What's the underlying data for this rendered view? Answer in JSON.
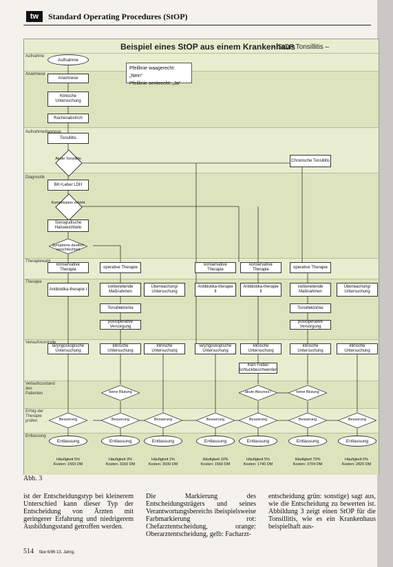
{
  "header": {
    "logo": "tw",
    "title": "Standard Operating Procedures (StOP)"
  },
  "diagram": {
    "title": "Beispiel eines StOP aus einem Krankenhaus",
    "subtitle": "– StOP Tonsillitis –",
    "legend": [
      "Pfeillinie waagerecht: „Nein“",
      "Pfeillinie senkrecht: „Ja“"
    ],
    "lanes": [
      "Aufnahme",
      "Anamnese",
      "Aufnahmediagnose",
      "Diagnostik",
      "Therapiewahl",
      "Therapie",
      "Verlaufskontrolle",
      "Verlaufszustand des Patienten",
      "Erfolg der Therapie prüfen",
      "Entlassung"
    ],
    "nodes": {
      "aufnahme": "Aufnahme",
      "anamnese": "Anamnese",
      "klinisch": "Klinische Untersuchung",
      "rachenabstrich": "Rachenabstrich",
      "tonsillitis": "Tonsillitis",
      "akute": "Akute Tonsillitis",
      "chronische": "Chronische Tonsillitis",
      "labor": "BK+Leber LDH",
      "komplik": "Komplikation erhöht",
      "sonografie": "Sonografische Halsweichteile",
      "symptome": "Symptome deutlich verschlechtert"
    },
    "therapiewahl": [
      "konservative Therapie",
      "operative Therapie",
      "konservative Therapie",
      "konservative Therapie",
      "operative Therapie"
    ],
    "therapie": [
      "Antibiotika-therapie I",
      "vorbereitende Maßnahmen",
      "Tonsillektomie",
      "postoperative Versorgung",
      "Überwachung/ Untersuchung",
      "Antibiotika-therapie II",
      "Antibiotika-therapie II",
      "vorbereitende Maßnahmen",
      "Tonsillektomie",
      "postoperative Versorgung",
      "Überwachung/ Untersuchung"
    ],
    "verlauf": [
      "laryngoskopische Untersuchung",
      "klinische Untersuchung",
      "klinische Untersuchung",
      "laryngoskopische Untersuchung",
      "klinische Untersuchung",
      "klinische Untersuchung",
      "klinische Untersuchung"
    ],
    "fieber": "Kein Fieber Schluckbeschwerden",
    "decisions": [
      "keine Blutung",
      "akute Abszess?",
      "keine Blutung"
    ],
    "besserung": [
      "Besserung",
      "Besserung",
      "Besserung",
      "Besserung",
      "Besserung",
      "Besserung",
      "Besserung"
    ],
    "entlassung": [
      "Entlassung",
      "Entlassung",
      "Entlassung",
      "Entlassung",
      "Entlassung",
      "Entlassung",
      "Entlassung"
    ],
    "costs": [
      [
        "Häufigkeit 5%",
        "Kosten: 1560 DM"
      ],
      [
        "Häufigkeit 3%",
        "Kosten: 3160 DM"
      ],
      [
        "Häufigkeit 1%",
        "Kosten: 3030 DM"
      ],
      [
        "Häufigkeit 10%",
        "Kosten: 1560 DM"
      ],
      [
        "Häufigkeit 5%",
        "Kosten: 1740 DM"
      ],
      [
        "Häufigkeit 70%",
        "Kosten: 3704 DM"
      ],
      [
        "Häufigkeit 6%",
        "Kosten: 2820 DM"
      ]
    ]
  },
  "caption": "Abb. 3",
  "body": {
    "col1": "ist der Entscheidungstyp bei kleinerem Unterschied kann dieser Typ der Entscheidung von Ärzten mit geringerer Erfahrung und niedrigerem Ausbildungsstand getroffen werden.",
    "col2": "Die Markierung des Entscheidungsträgers und seines Verantwortungsbereichs ibeispielsweise Farbmarkierung rot: Chefarztentscheidung, orange: Oberarztentscheidung, gelb: Facharzt-",
    "col3": "entscheidung grün: sonstige) sagt aus, wie die Entscheidung zu bewerten ist. Abbildung 3 zeigt einen StOP für die Tonsillitis, wie es ein Krankenhaus beispielhaft aus-"
  },
  "footer": {
    "page": "514",
    "source": "f&w 6/96 13. Jahrg."
  }
}
